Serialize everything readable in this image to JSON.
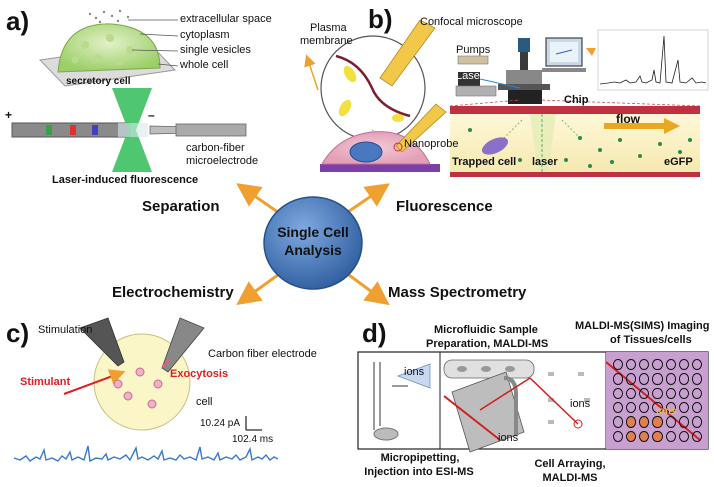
{
  "panels": {
    "a": {
      "letter": "a)",
      "labels": [
        "extracellular space",
        "cytoplasm",
        "single vesicles",
        "whole cell"
      ],
      "cell_label": "secretory cell",
      "electrode_label_line1": "carbon-fiber",
      "electrode_label_line2": "microelectrode",
      "lif_label": "Laser-induced fluorescence",
      "plus": "+",
      "minus": "–"
    },
    "b": {
      "letter": "b)",
      "membrane_line1": "Plasma",
      "membrane_line2": "membrane",
      "confocal": "Confocal microscope",
      "pumps": "Pumps",
      "laser_box": "Laser",
      "chip": "Chip",
      "flow": "flow",
      "nanoprobe": "Nanoprobe",
      "trapped": "Trapped cell",
      "laser": "laser",
      "egfp": "eGFP"
    },
    "center": {
      "line1": "Single Cell",
      "line2": "Analysis",
      "separation": "Separation",
      "fluorescence": "Fluorescence",
      "electrochemistry": "Electrochemistry",
      "mass_spec": "Mass Spectrometry"
    },
    "c": {
      "letter": "c)",
      "stimulation": "Stimulation",
      "carbon": "Carbon fiber electrode",
      "stimulant": "Stimulant",
      "exocytosis": "Exocytosis",
      "cell": "cell",
      "scale_pa": "10.24 pA",
      "scale_ms": "102.4 ms"
    },
    "d": {
      "letter": "d)",
      "microfluidic_line1": "Microfluidic Sample",
      "microfluidic_line2": "Preparation, MALDI-MS",
      "maldi_line1": "MALDI-MS(SIMS) Imaging",
      "maldi_line2": "of Tissues/cells",
      "ions1": "ions",
      "ions2": "ions",
      "ions3": "ions",
      "ions4": "ions",
      "micropip_line1": "Micropipetting,",
      "micropip_line2": "Injection into ESI-MS",
      "arraying_line1": "Cell Arraying,",
      "arraying_line2": "MALDI-MS"
    }
  },
  "colors": {
    "arrow": "#f0a030",
    "circle": "#4a7fc0",
    "trace": "#3a78c8",
    "stimulant": "#e02020"
  }
}
